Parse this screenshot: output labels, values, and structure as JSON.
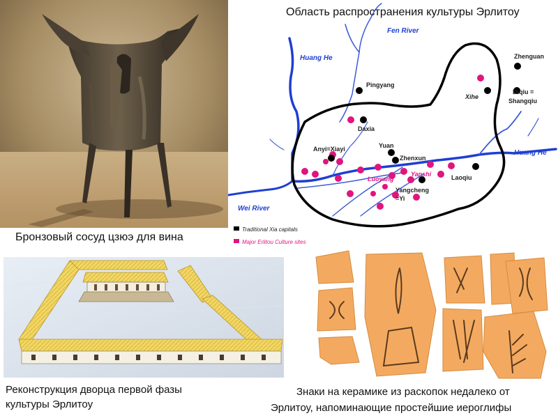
{
  "captions": {
    "jue": "Бронзовый сосуд цзюэ для вина",
    "map_title": "Область распространения культуры Эрлитоу",
    "palace": "Реконструкция дворца первой фазы культуры Эрлитоу",
    "signs_line1": "Знаки на керамике из раскопок недалеко от",
    "signs_line2": "Эрлитоу, напоминающие простейшие иероглифы"
  },
  "map": {
    "rivers": {
      "fen": "Fen River",
      "huang_he_north": "Huang He",
      "huang_he_east": "Huang He",
      "wei": "Wei River"
    },
    "places": {
      "pingyang": "Pingyang",
      "daxia": "Daxia",
      "anyi": "Anyi=Xiayi",
      "yuan": "Yuan",
      "zhenxun": "Zhenxun",
      "luoyang": "Luoyang",
      "yanshi": "Yanshi",
      "laoqiu": "Laoqiu",
      "yangcheng1": "Yangcheng",
      "yangcheng2": "=Yi",
      "xihe": "Xihe",
      "zhenguan": "Zhenguan",
      "diqiu1": "Diqiu =",
      "diqiu2": "Shangqiu"
    },
    "legend": {
      "capitals": "Traditional Xia capitals",
      "sites": "Major Erlitou Culture sites"
    },
    "colors": {
      "river": "#1f3fd1",
      "site": "#e0157e",
      "capital": "#000000"
    }
  }
}
